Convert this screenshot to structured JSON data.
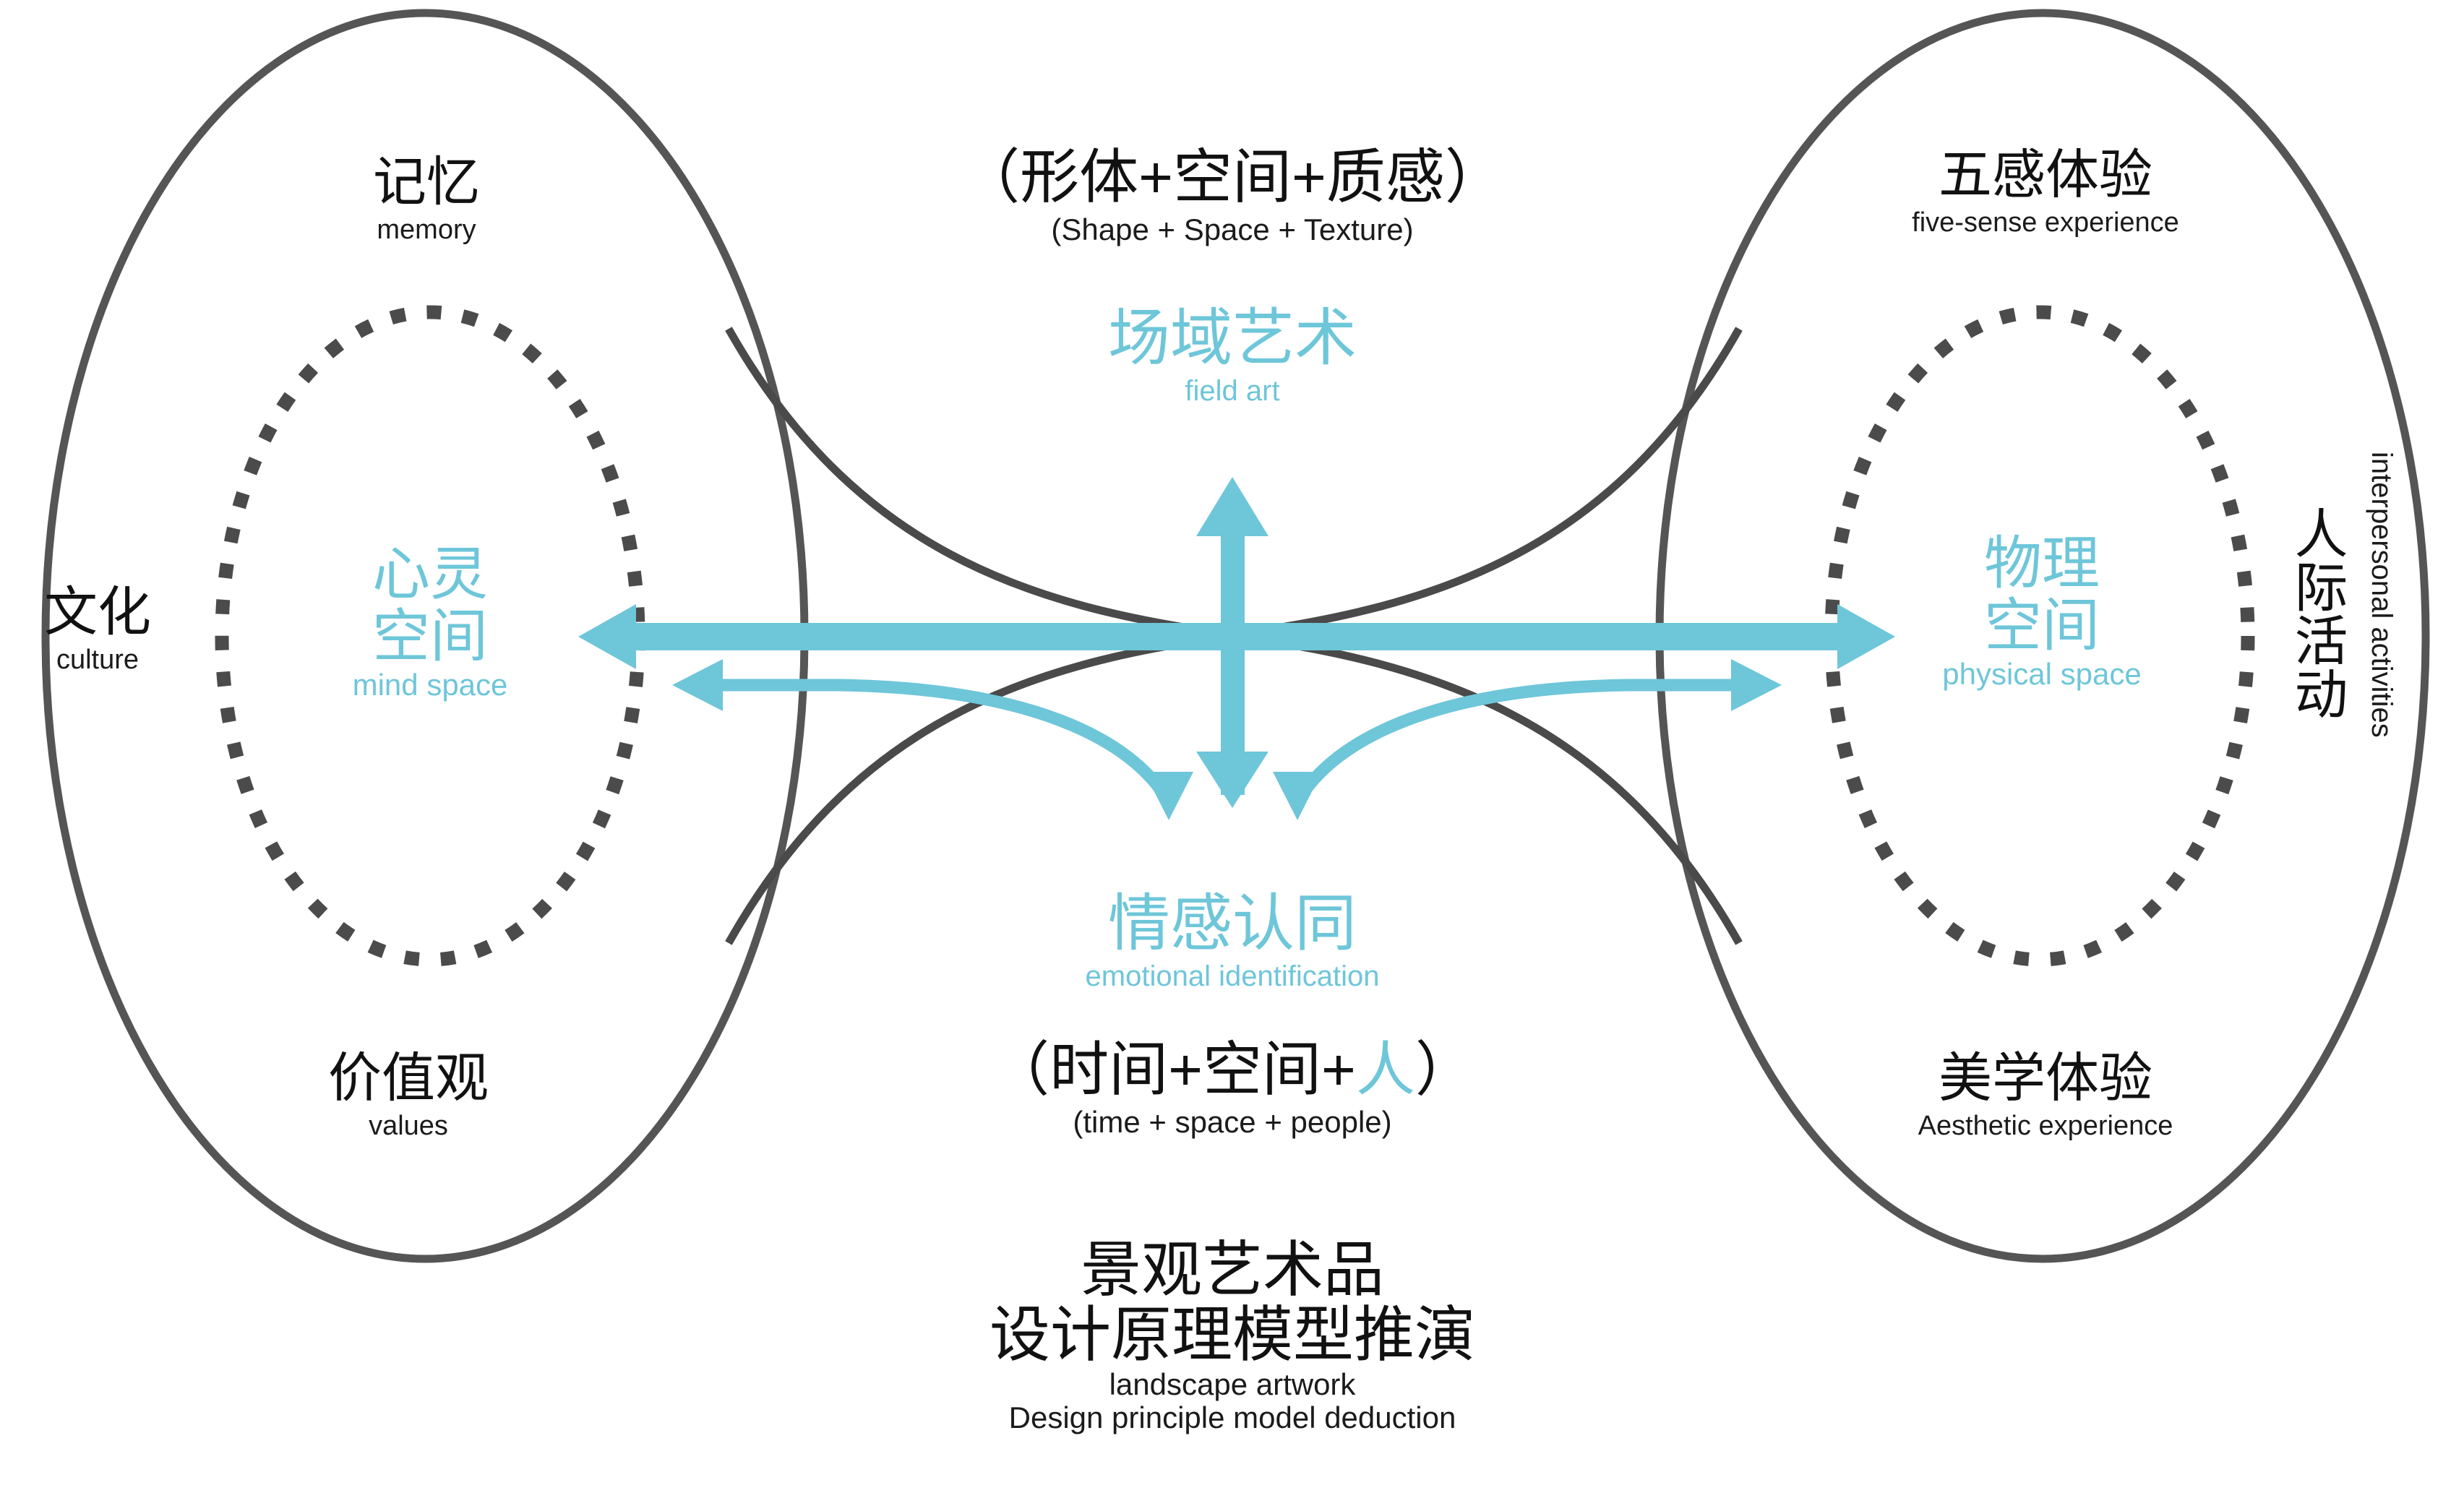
{
  "colors": {
    "accent_cyan": "#6EC6D9",
    "outline_gray": "#555555",
    "text_black": "#111111",
    "background": "#FFFFFF"
  },
  "diagram": {
    "title_cn_line1": "景观艺术品",
    "title_cn_line2": "设计原理模型推演",
    "title_en_line1": "landscape artwork",
    "title_en_line2": "Design principle model deduction"
  },
  "left_ellipse": {
    "top_label": {
      "cn": "记忆",
      "en": "memory"
    },
    "side_label": {
      "cn": "文化",
      "en": "culture"
    },
    "bottom_label": {
      "cn": "价值观",
      "en": "values"
    },
    "core": {
      "cn": "心灵\n空间",
      "cn_line1": "心灵",
      "cn_line2": "空间",
      "en": "mind space"
    }
  },
  "right_ellipse": {
    "top_label": {
      "cn": "五感体验",
      "en": "five-sense experience"
    },
    "side_label_cn": "人际活动",
    "side_label_en": "interpersonal activities",
    "bottom_label": {
      "cn": "美学体验",
      "en": "Aesthetic experience"
    },
    "core": {
      "cn_line1": "物理",
      "cn_line2": "空间",
      "en": "physical space"
    }
  },
  "center_top": {
    "formula_cn": "（形体+空间+质感）",
    "formula_en": "(Shape + Space + Texture)",
    "concept_cn": "场域艺术",
    "concept_en": "field art"
  },
  "center_bottom": {
    "concept_cn": "情感认同",
    "concept_en": "emotional identification",
    "formula_cn_prefix": "（时间+空间+",
    "formula_cn_accent": "人",
    "formula_cn_suffix": "）",
    "formula_en": "(time + space + people)"
  },
  "arrows": {
    "main_horizontal": "bidirectional-thick-horizontal-arrow",
    "main_vertical": "bidirectional-thick-vertical-arrow",
    "secondary_left": "curved-arrow-to-mind-space",
    "secondary_right": "curved-arrow-to-physical-space",
    "secondary_down_left": "curved-arrow-down-left",
    "secondary_down_right": "curved-arrow-down-right"
  },
  "chart_data": {
    "type": "diagram",
    "title": "景观艺术品 设计原理模型推演 / landscape artwork Design principle model deduction",
    "nodes": [
      {
        "id": "mind_space",
        "label_cn": "心灵空间",
        "label_en": "mind space",
        "group": "left",
        "style": "dotted-ellipse",
        "color": "#6EC6D9"
      },
      {
        "id": "physical_space",
        "label_cn": "物理空间",
        "label_en": "physical space",
        "group": "right",
        "style": "dotted-ellipse",
        "color": "#6EC6D9"
      },
      {
        "id": "memory",
        "label_cn": "记忆",
        "label_en": "memory",
        "group": "left"
      },
      {
        "id": "culture",
        "label_cn": "文化",
        "label_en": "culture",
        "group": "left"
      },
      {
        "id": "values",
        "label_cn": "价值观",
        "label_en": "values",
        "group": "left"
      },
      {
        "id": "five_sense",
        "label_cn": "五感体验",
        "label_en": "five-sense experience",
        "group": "right"
      },
      {
        "id": "interpersonal",
        "label_cn": "人际活动",
        "label_en": "interpersonal activities",
        "group": "right"
      },
      {
        "id": "aesthetic",
        "label_cn": "美学体验",
        "label_en": "Aesthetic experience",
        "group": "right"
      },
      {
        "id": "field_art",
        "label_cn": "场域艺术",
        "label_en": "field art",
        "group": "center-top",
        "formula_cn": "（形体+空间+质感）",
        "formula_en": "(Shape + Space + Texture)"
      },
      {
        "id": "emotional_identification",
        "label_cn": "情感认同",
        "label_en": "emotional identification",
        "group": "center-bottom",
        "formula_cn": "（时间+空间+人）",
        "formula_en": "(time + space + people)"
      }
    ],
    "edges": [
      {
        "from": "mind_space",
        "to": "physical_space",
        "type": "bidirectional",
        "weight": "thick"
      },
      {
        "from": "field_art",
        "to": "emotional_identification",
        "type": "bidirectional",
        "weight": "thick"
      },
      {
        "from": "emotional_identification",
        "to": "mind_space",
        "type": "curved"
      },
      {
        "from": "emotional_identification",
        "to": "physical_space",
        "type": "curved"
      }
    ]
  }
}
